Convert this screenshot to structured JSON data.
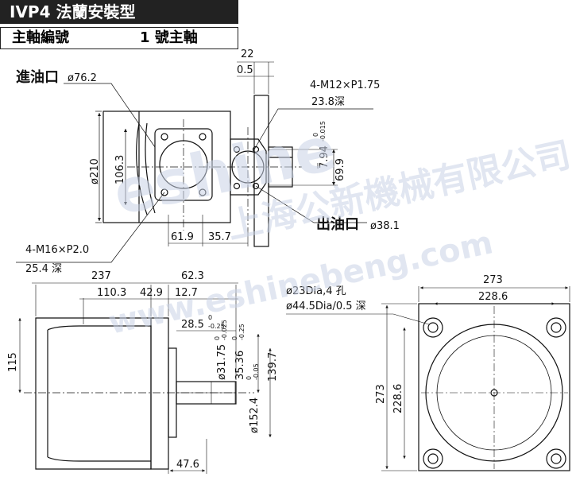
{
  "header": {
    "title": "IVP4 法蘭安裝型",
    "shaft_label": "主軸編號",
    "shaft_value": "1 號主軸"
  },
  "top_view": {
    "dim_22": "22",
    "dim_0_5": "0.5",
    "inlet_label": "進油口",
    "inlet_size": "ø76.2",
    "outlet_label": "出油口",
    "outlet_size": "ø38.1",
    "thread_outlet": "4-M12×P1.75",
    "thread_outlet_depth": "23.8深",
    "dim_794": "7.94",
    "tol_794_up": "0",
    "tol_794_dn": "-0.015",
    "dim_699": "69.9",
    "dim_210": "ø210",
    "dim_1063": "106.3",
    "dim_619": "61.9",
    "dim_357": "35.7",
    "thread_inlet": "4-M16×P2.0",
    "thread_inlet_depth": "25.4 深"
  },
  "side_view": {
    "dim_237": "237",
    "dim_623": "62.3",
    "dim_1103": "110.3",
    "dim_429": "42.9",
    "dim_127": "12.7",
    "dim_285": "28.5",
    "tol_285_up": "0",
    "tol_285_dn": "-0.25",
    "dim_3175": "ø31.75",
    "tol_3175_up": "0",
    "tol_3175_dn": "-0.025",
    "dim_3536": "35.36",
    "tol_3536_up": "0",
    "tol_3536_dn": "-0.25",
    "dim_1397": "139.7",
    "dim_1524": "ø152.4",
    "tol_1524_up": "0",
    "tol_1524_dn": "-0.05",
    "dim_115": "115",
    "dim_476": "47.6"
  },
  "front_view": {
    "hole_note_1": "ø23Dia,4 孔",
    "hole_note_2": "ø44.5Dia/0.5 深",
    "dim_273_h": "273",
    "dim_2286_h": "228.6",
    "dim_273_v": "273",
    "dim_2286_v": "228.6"
  },
  "watermark": {
    "brand": "eshine",
    "company": "上海公新機械有限公司",
    "url": "www.eshinebeng.com"
  }
}
